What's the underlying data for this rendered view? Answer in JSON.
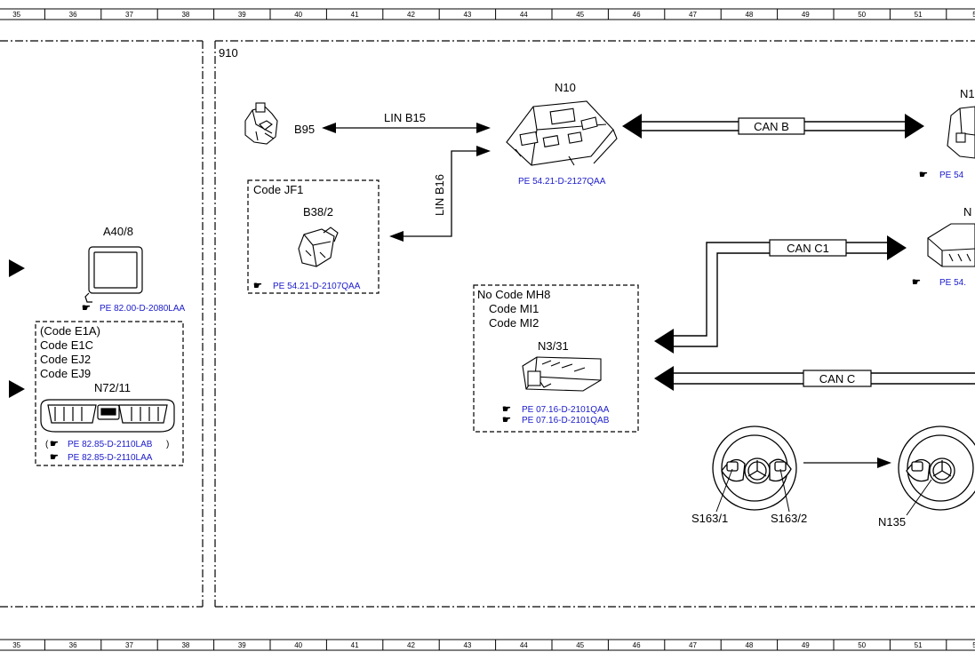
{
  "ruler": {
    "numbers": [
      "35",
      "36",
      "37",
      "38",
      "39",
      "40",
      "41",
      "42",
      "43",
      "44",
      "45",
      "46",
      "47",
      "48",
      "49",
      "50",
      "51",
      "5"
    ]
  },
  "zone_number": "910",
  "components": {
    "b95": "B95",
    "n10": "N10",
    "n10_link": "PE 54.21-D-2127QAA",
    "code_jf1": "Code JF1",
    "b38_2": "B38/2",
    "b38_2_link": "PE 54.21-D-2107QAA",
    "a40_8": "A40/8",
    "a40_8_link": "PE 82.00-D-2080LAA",
    "n72_codes": [
      "(Code E1A)",
      "Code E1C",
      "Code EJ2",
      "Code EJ9"
    ],
    "n72_11": "N72/11",
    "n72_link1_prefix": "(",
    "n72_link1": "PE 82.85-D-2110LAB",
    "n72_link1_suffix": ")",
    "n72_link2": "PE 82.85-D-2110LAA",
    "n3_codes": [
      "No Code MH8",
      "Code MI1",
      "Code MI2"
    ],
    "n3_31": "N3/31",
    "n3_link1": "PE 07.16-D-2101QAA",
    "n3_link2": "PE 07.16-D-2101QAB",
    "s163_1": "S163/1",
    "s163_2": "S163/2",
    "n135": "N135",
    "right_top_partial": "N1",
    "right_top_link": "PE 54",
    "right_mid_partial": "N",
    "right_mid_link": "PE 54."
  },
  "connections": {
    "lin_b15": "LIN B15",
    "lin_b16": "LIN B16",
    "can_b": "CAN B",
    "can_c1": "CAN C1",
    "can_c": "CAN C"
  }
}
